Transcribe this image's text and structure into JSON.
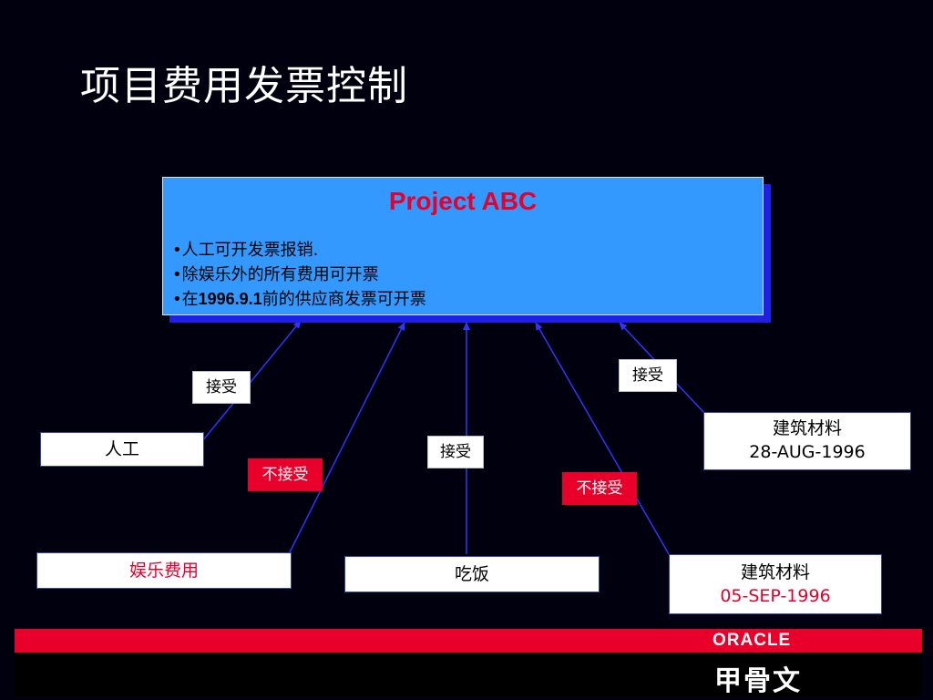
{
  "title": "项目费用发票控制",
  "project": {
    "name": "Project ABC",
    "bullet1": "•人工可开发票报销.",
    "bullet2": "•除娱乐外的所有费用可开票",
    "bullet3_pre": "•在",
    "bullet3_date": "1996.9.1",
    "bullet3_post": "前的供应商发票可开票"
  },
  "tags": {
    "accept_1": "接受",
    "reject_1": "不接受",
    "accept_2": "接受",
    "reject_2": "不接受",
    "accept_3": "接受"
  },
  "sources": {
    "labor": "人工",
    "entertainment": "娱乐费用",
    "meals": "吃饭",
    "material_1_name": "建筑材料",
    "material_1_date": "28-AUG-1996",
    "material_2_name": "建筑材料",
    "material_2_date": "05-SEP-1996"
  },
  "footer": {
    "brand": "ORACLE",
    "brand_cn": "甲骨文"
  },
  "colors": {
    "background": "#00000f",
    "box": "#3399ff",
    "accent_red": "#e8002a",
    "arrow": "#3333ff"
  }
}
